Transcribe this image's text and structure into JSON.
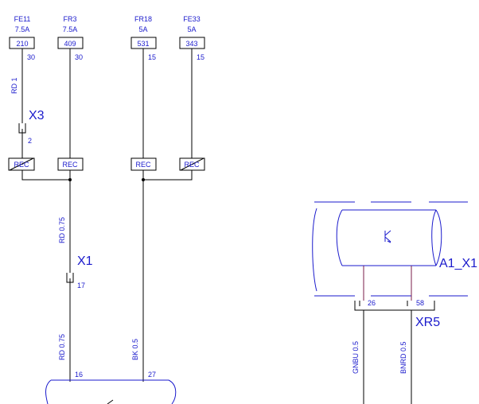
{
  "fuses": [
    {
      "id": "FE11",
      "rating": "7.5A",
      "code": "210",
      "pin": "30"
    },
    {
      "id": "FR3",
      "rating": "7.5A",
      "code": "409",
      "pin": "30"
    },
    {
      "id": "FR18",
      "rating": "5A",
      "code": "531",
      "pin": "15"
    },
    {
      "id": "FE33",
      "rating": "5A",
      "code": "343",
      "pin": "15"
    }
  ],
  "rec_label": "REC",
  "wire_left_top": {
    "label": "RD 1"
  },
  "connector_x3": {
    "name": "X3",
    "pin": "2"
  },
  "connector_x1": {
    "name": "X1",
    "pin": "17",
    "wire_above": "RD 0.75"
  },
  "bottom_wires": [
    {
      "label": "RD 0.75",
      "pin": "16"
    },
    {
      "label": "BK 0.5",
      "pin": "27"
    }
  ],
  "module": {
    "name": "A1_X1"
  },
  "connector_xr5": {
    "name": "XR5",
    "pins": [
      {
        "pin": "26",
        "wire": "GNBU 0.5"
      },
      {
        "pin": "58",
        "wire": "BNRD 0.5"
      }
    ]
  },
  "colors": {
    "label": "#1a1acc",
    "wire": "#000000",
    "module_wire": "#7a1e4a"
  }
}
